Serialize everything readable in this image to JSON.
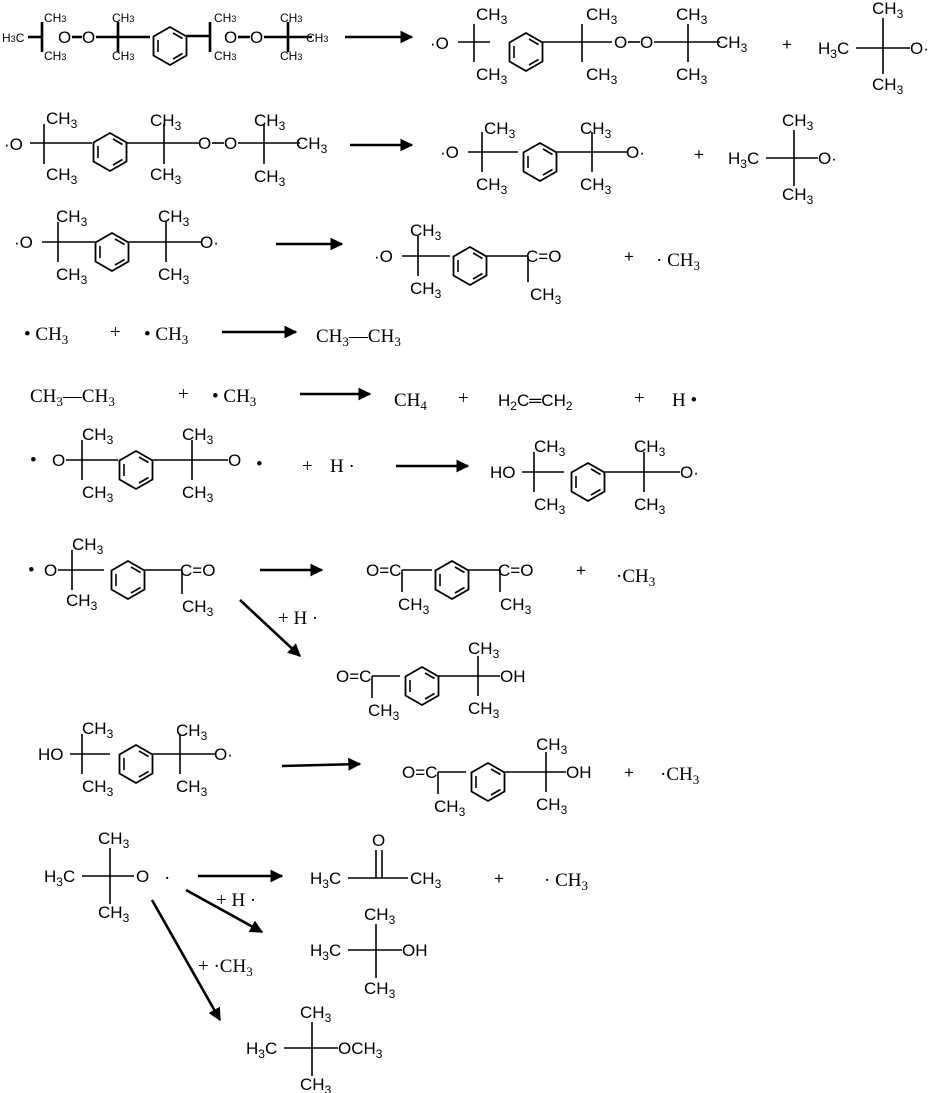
{
  "plus": "+",
  "labels": {
    "ch3": "CH3",
    "h3c": "H3C",
    "o": "O",
    "o_rad": "O·",
    "rad_o": "·O",
    "ho": "HO",
    "oh": "OH",
    "c_eq_o": "C=O",
    "o_eq_c": "O=C",
    "me_rad": "· CH3",
    "h_rad": "H ·",
    "ch4": "CH4",
    "ch3_ch3": "CH3—CH3",
    "h2c_ch2": "H2C═CH2",
    "och3": "OCH3",
    "plus_h": "+ H ·",
    "plus_me": "+ ·CH3"
  },
  "reactions": [
    {
      "id": "r1",
      "reactant": "1,3-bis(tert-butylperoxyisopropyl)benzene",
      "products": [
        "aryl-alkoxy radical with peroxide",
        "tert-butoxy radical"
      ]
    },
    {
      "id": "r2",
      "reactant": "aryl-alkoxy radical with peroxide",
      "products": [
        "aryl bis(alkoxy radical)",
        "tert-butoxy radical"
      ]
    },
    {
      "id": "r3",
      "reactant": "aryl bis(alkoxy radical)",
      "products": [
        "acetyl-aryl alkoxy radical",
        "methyl radical"
      ]
    },
    {
      "id": "r4",
      "reactant": "methyl radical + methyl radical",
      "products": [
        "ethane"
      ]
    },
    {
      "id": "r5",
      "reactant": "ethane + methyl radical",
      "products": [
        "methane",
        "ethylene",
        "hydrogen radical"
      ]
    },
    {
      "id": "r6",
      "reactant": "aryl bis(alkoxy radical) + hydrogen radical",
      "products": [
        "hydroxy alkoxy radical"
      ]
    },
    {
      "id": "r7",
      "reactant": "acetyl-aryl alkoxy radical",
      "products": [
        "diacetylbenzene",
        "methyl radical"
      ],
      "branch": "+ H · → acetyl hydroxy compound"
    },
    {
      "id": "r8",
      "reactant": "hydroxy alkoxy radical",
      "products": [
        "acetyl hydroxy compound",
        "methyl radical"
      ]
    },
    {
      "id": "r9",
      "reactant": "tert-butoxy radical",
      "products": [
        "acetone",
        "methyl radical"
      ],
      "branches": [
        "+ H · → tert-butanol",
        "+ ·CH3 → methyl tert-butyl ether"
      ]
    }
  ]
}
